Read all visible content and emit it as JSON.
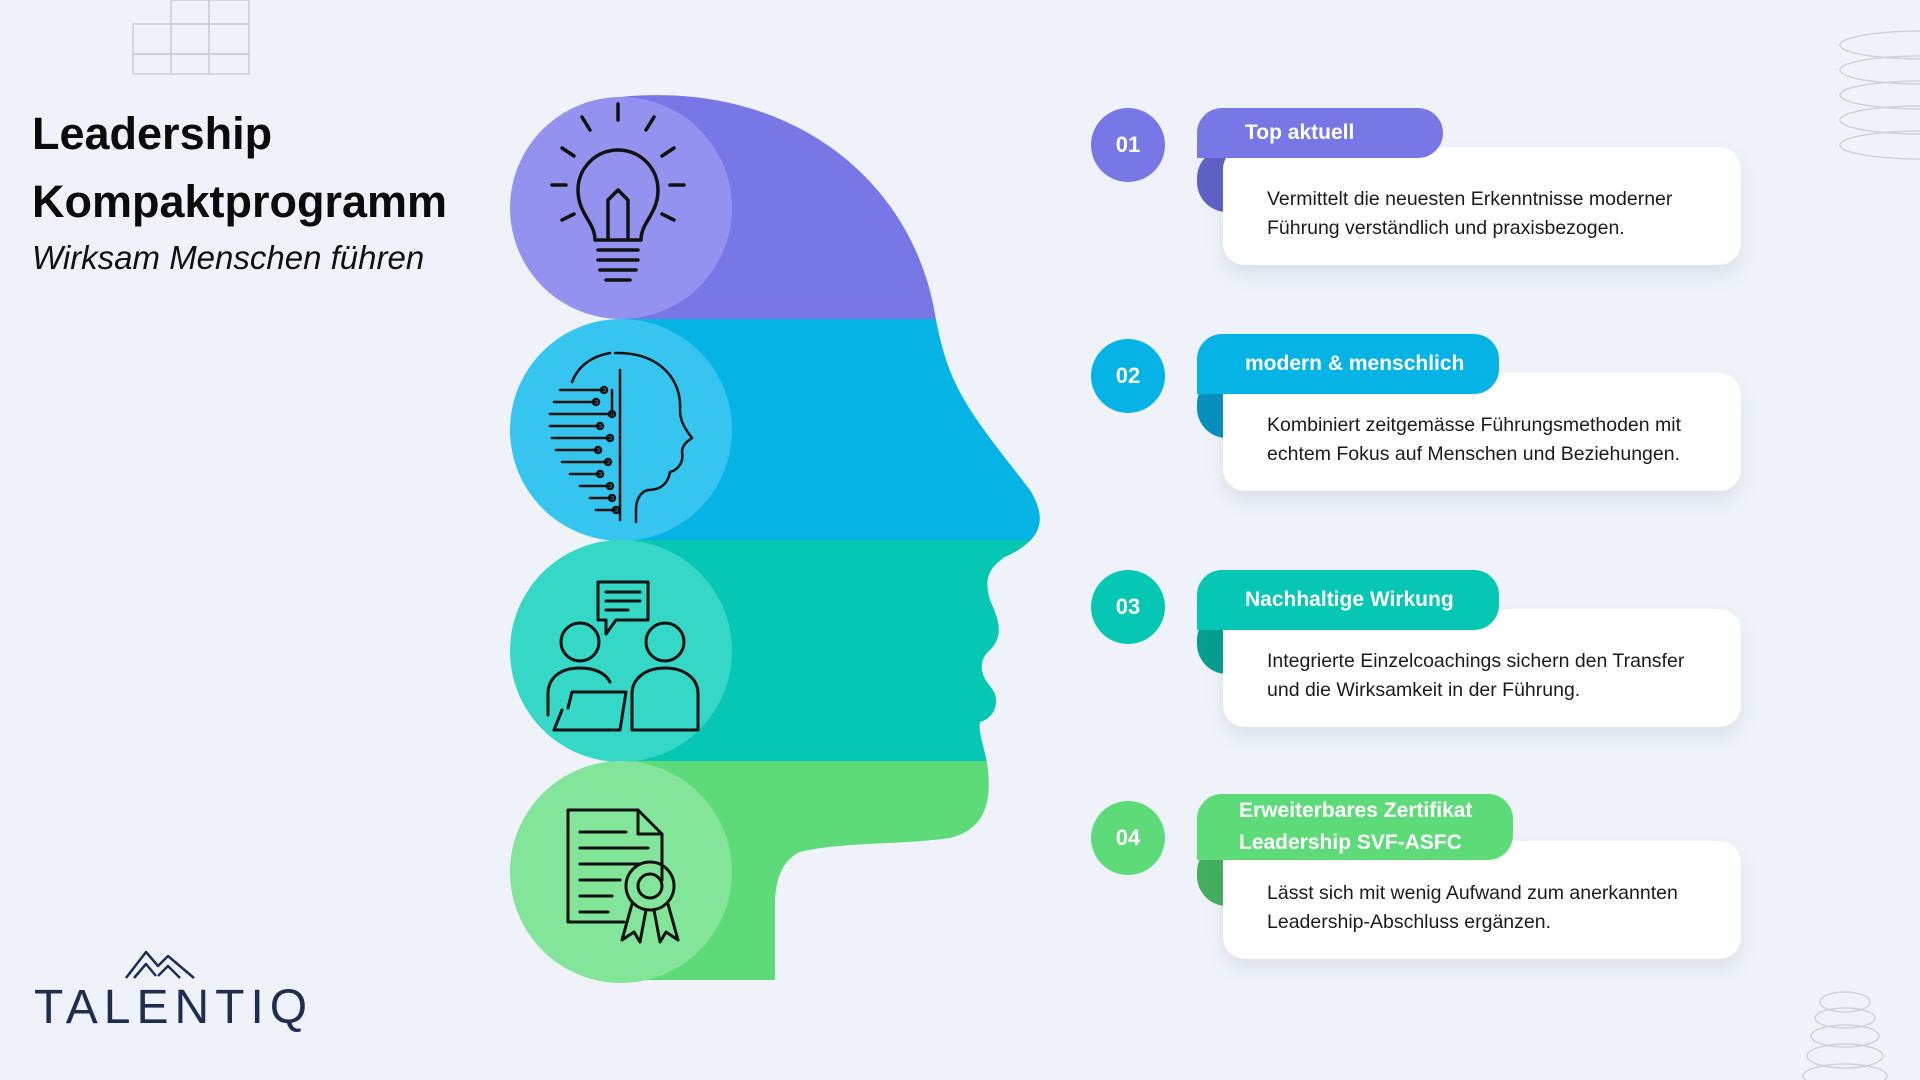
{
  "title": {
    "line1": "Leadership",
    "line2": "Kompaktprogramm",
    "subtitle": "Wirksam Menschen führen"
  },
  "brand": {
    "name": "TALENTIQ"
  },
  "colors": {
    "purple": "#7877e6",
    "blue": "#06b3e5",
    "teal": "#05c7b4",
    "green": "#5ddb79"
  },
  "head_sections": [
    {
      "icon": "lightbulb-icon",
      "color": "#7877e6"
    },
    {
      "icon": "ai-head-icon",
      "color": "#06b3e5"
    },
    {
      "icon": "conversation-icon",
      "color": "#05c7b4"
    },
    {
      "icon": "certificate-icon",
      "color": "#5ddb79"
    }
  ],
  "items": [
    {
      "number": "01",
      "tab": "Top aktuell",
      "text_line1": "Vermittelt die neuesten Erkenntnisse moderner",
      "text_line2": "Führung verständlich und praxisbezogen."
    },
    {
      "number": "02",
      "tab": "modern & menschlich",
      "text_line1": "Kombiniert zeitgemässe Führungsmethoden mit",
      "text_line2": "echtem Fokus auf Menschen und Beziehungen."
    },
    {
      "number": "03",
      "tab": "Nachhaltige Wirkung",
      "text_line1": "Integrierte Einzelcoachings sichern den Transfer",
      "text_line2": "und die Wirksamkeit in der Führung."
    },
    {
      "number": "04",
      "tab_line1": "Erweiterbares Zertifikat",
      "tab_line2": "Leadership SVF-ASFC",
      "text_line1": "Lässt sich mit wenig Aufwand zum anerkannten",
      "text_line2": "Leadership-Abschluss ergänzen."
    }
  ]
}
